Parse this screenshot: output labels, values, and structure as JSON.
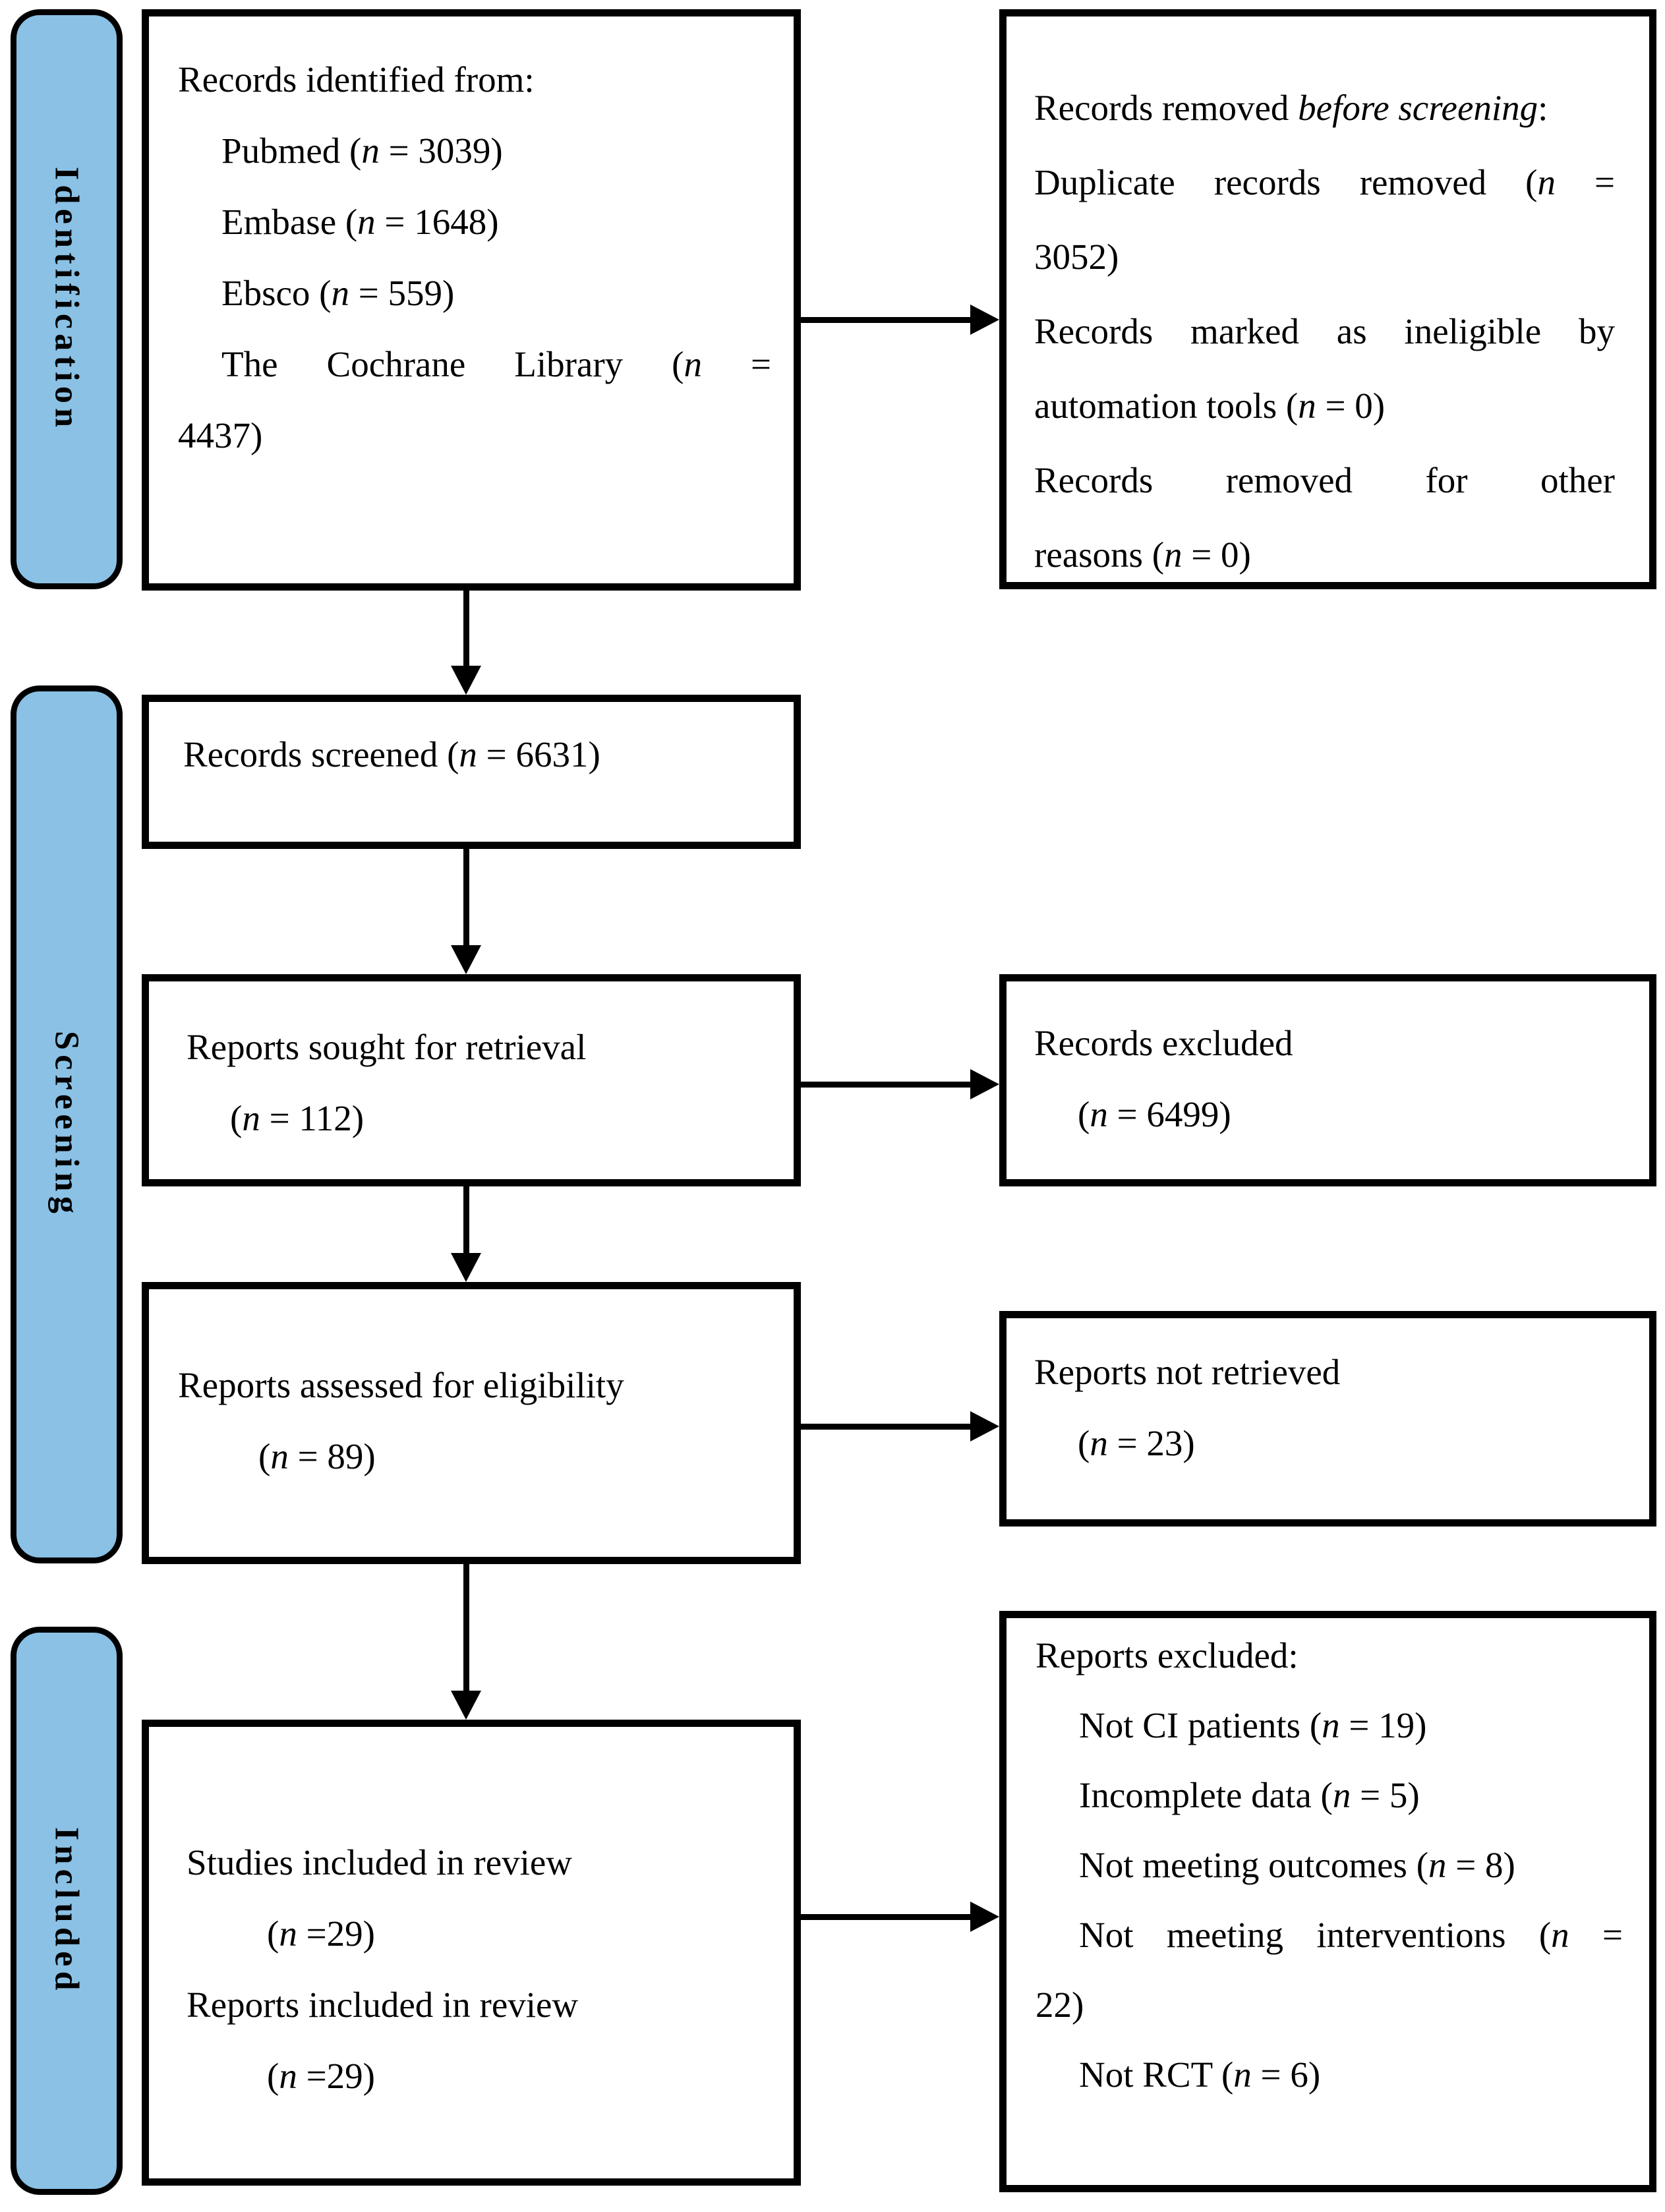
{
  "palette": {
    "stage_fill": "#8AC1E5",
    "line_color": "#000000",
    "background": "#FFFFFF"
  },
  "stages": [
    {
      "label": "Identification"
    },
    {
      "label": "Screening"
    },
    {
      "label": "Included"
    }
  ],
  "boxes": {
    "identified": {
      "lines": [
        {
          "segments": [
            {
              "text": "Records identified from:"
            }
          ]
        },
        {
          "indent": 1,
          "segments": [
            {
              "text": "Pubmed ("
            },
            {
              "text": "n",
              "italic": true
            },
            {
              "text": " = 3039)"
            }
          ]
        },
        {
          "indent": 1,
          "segments": [
            {
              "text": "Embase ("
            },
            {
              "text": "n",
              "italic": true
            },
            {
              "text": " = 1648)"
            }
          ]
        },
        {
          "indent": 1,
          "segments": [
            {
              "text": "Ebsco ("
            },
            {
              "text": "n",
              "italic": true
            },
            {
              "text": " = 559)"
            }
          ]
        },
        {
          "indent": 1,
          "justify": true,
          "segments": [
            {
              "text": "The Cochrane Library ("
            },
            {
              "text": "n",
              "italic": true
            },
            {
              "text": " ="
            }
          ]
        },
        {
          "segments": [
            {
              "text": "4437)"
            }
          ]
        }
      ]
    },
    "removed_before": {
      "lines": [
        {
          "segments": [
            {
              "text": "Records removed "
            },
            {
              "text": "before screening",
              "italic": true
            },
            {
              "text": ":"
            }
          ]
        },
        {
          "justify": true,
          "segments": [
            {
              "text": "Duplicate records removed ("
            },
            {
              "text": "n",
              "italic": true
            },
            {
              "text": " ="
            }
          ]
        },
        {
          "segments": [
            {
              "text": "3052)"
            }
          ]
        },
        {
          "justify": true,
          "segments": [
            {
              "text": "Records marked as ineligible by"
            }
          ]
        },
        {
          "segments": [
            {
              "text": "automation tools ("
            },
            {
              "text": "n",
              "italic": true
            },
            {
              "text": " = 0)"
            }
          ]
        },
        {
          "justify": true,
          "segments": [
            {
              "text": "Records removed for other"
            }
          ]
        },
        {
          "segments": [
            {
              "text": "reasons ("
            },
            {
              "text": "n",
              "italic": true
            },
            {
              "text": " = 0)"
            }
          ]
        }
      ]
    },
    "screened": {
      "lines": [
        {
          "segments": [
            {
              "text": "Records screened ("
            },
            {
              "text": "n",
              "italic": true
            },
            {
              "text": " = 6631)"
            }
          ]
        }
      ]
    },
    "sought": {
      "lines": [
        {
          "segments": [
            {
              "text": "Reports sought for retrieval"
            }
          ]
        },
        {
          "indent": 1,
          "segments": [
            {
              "text": "("
            },
            {
              "text": "n",
              "italic": true
            },
            {
              "text": " = 112)"
            }
          ]
        }
      ]
    },
    "records_excluded": {
      "lines": [
        {
          "segments": [
            {
              "text": "Records excluded"
            }
          ]
        },
        {
          "indent": 1,
          "segments": [
            {
              "text": "("
            },
            {
              "text": "n",
              "italic": true
            },
            {
              "text": " = 6499)"
            }
          ]
        }
      ]
    },
    "assessed": {
      "lines": [
        {
          "segments": [
            {
              "text": "Reports assessed for eligibility"
            }
          ]
        },
        {
          "indent": 2,
          "segments": [
            {
              "text": "("
            },
            {
              "text": "n",
              "italic": true
            },
            {
              "text": " = 89)"
            }
          ]
        }
      ]
    },
    "not_retrieved": {
      "lines": [
        {
          "segments": [
            {
              "text": "Reports not retrieved"
            }
          ]
        },
        {
          "indent": 1,
          "segments": [
            {
              "text": "("
            },
            {
              "text": "n",
              "italic": true
            },
            {
              "text": " = 23)"
            }
          ]
        }
      ]
    },
    "included": {
      "lines": [
        {
          "segments": [
            {
              "text": "Studies included in review"
            }
          ]
        },
        {
          "indent": 2,
          "segments": [
            {
              "text": "("
            },
            {
              "text": "n",
              "italic": true
            },
            {
              "text": " =29)"
            }
          ]
        },
        {
          "segments": [
            {
              "text": "Reports included in review"
            }
          ]
        },
        {
          "indent": 2,
          "segments": [
            {
              "text": "("
            },
            {
              "text": "n",
              "italic": true
            },
            {
              "text": " =29)"
            }
          ]
        }
      ]
    },
    "reports_excluded": {
      "lines": [
        {
          "segments": [
            {
              "text": "Reports excluded:"
            }
          ]
        },
        {
          "indent": 1,
          "segments": [
            {
              "text": "Not CI patients ("
            },
            {
              "text": "n",
              "italic": true
            },
            {
              "text": " = 19)"
            }
          ]
        },
        {
          "indent": 1,
          "segments": [
            {
              "text": "Incomplete data ("
            },
            {
              "text": "n",
              "italic": true
            },
            {
              "text": " = 5)"
            }
          ]
        },
        {
          "indent": 1,
          "segments": [
            {
              "text": "Not meeting outcomes ("
            },
            {
              "text": "n",
              "italic": true
            },
            {
              "text": " = 8)"
            }
          ]
        },
        {
          "indent": 1,
          "justify": true,
          "segments": [
            {
              "text": "Not meeting interventions ("
            },
            {
              "text": "n",
              "italic": true
            },
            {
              "text": " ="
            }
          ]
        },
        {
          "segments": [
            {
              "text": "22)"
            }
          ]
        },
        {
          "indent": 1,
          "segments": [
            {
              "text": "Not RCT ("
            },
            {
              "text": "n",
              "italic": true
            },
            {
              "text": " = 6)"
            }
          ]
        }
      ]
    }
  }
}
